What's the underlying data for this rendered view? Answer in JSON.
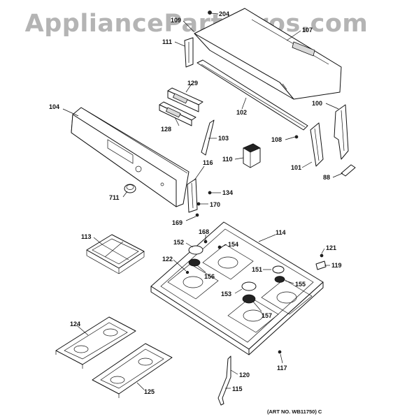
{
  "watermark": "AppliancePartsPros.com",
  "art_number": "(ART NO. WB11750) C",
  "labels": {
    "p204": "204",
    "p109": "109",
    "p107": "107",
    "p111": "111",
    "p102": "102",
    "p129": "129",
    "p128": "128",
    "p104": "104",
    "p103": "103",
    "p100": "100",
    "p108": "108",
    "p110": "110",
    "p101": "101",
    "p88": "88",
    "p116": "116",
    "p134": "134",
    "p711": "711",
    "p170": "170",
    "p169": "169",
    "p113": "113",
    "p168": "168",
    "p114": "114",
    "p152": "152",
    "p154": "154",
    "p121": "121",
    "p122": "122",
    "p156": "156",
    "p151": "151",
    "p119": "119",
    "p153": "153",
    "p155": "155",
    "p157": "157",
    "p124": "124",
    "p117": "117",
    "p120": "120",
    "p115": "115",
    "p125": "125"
  }
}
